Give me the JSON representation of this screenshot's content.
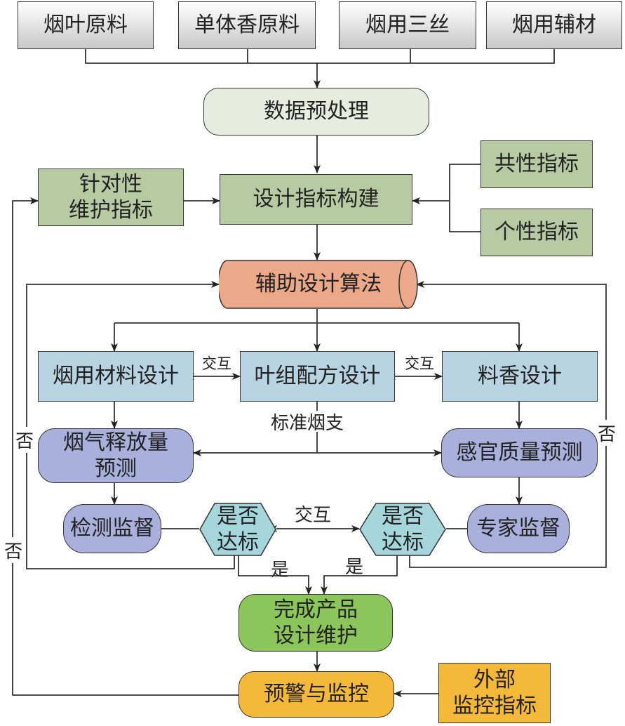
{
  "inputs": [
    "烟叶原料",
    "单体香原料",
    "烟用三丝",
    "烟用辅材"
  ],
  "preprocess": "数据预处理",
  "design_index": "设计指标构建",
  "common_index": "共性指标",
  "individual_index": "个性指标",
  "targeted_maintenance": "针对性\n维护指标",
  "algorithm": "辅助设计算法",
  "material_design": "烟用材料设计",
  "leaf_design": "叶组配方设计",
  "flavor_design": "料香设计",
  "interact_label": "交互",
  "standard_cig": "标准烟支",
  "smoke_prediction": "烟气释放量\n预测",
  "sensory_prediction": "感官质量预测",
  "inspection": "检测监督",
  "expert": "专家监督",
  "meet_standard": "是否\n达标",
  "yes": "是",
  "no": "否",
  "finish": "完成产品\n设计维护",
  "warning": "预警与监控",
  "external": "外部\n监控指标"
}
